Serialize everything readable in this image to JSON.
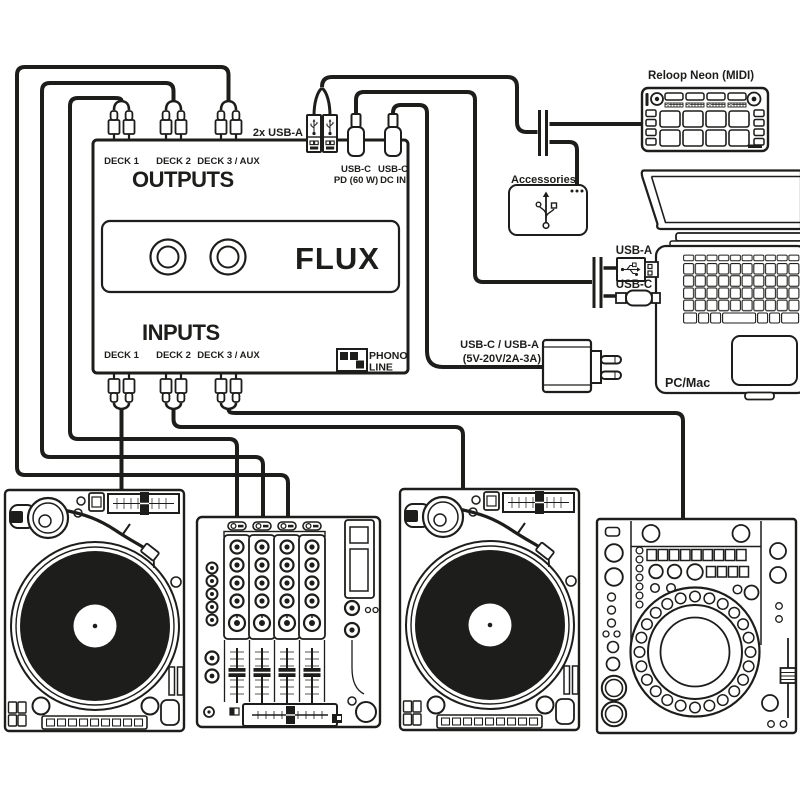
{
  "flux_unit": {
    "logo": "FLUX",
    "outputs": {
      "title": "OUTPUTS",
      "decks": [
        "DECK 1",
        "DECK 2",
        "DECK 3 / AUX"
      ]
    },
    "inputs": {
      "title": "INPUTS",
      "decks": [
        "DECK 1",
        "DECK 2",
        "DECK 3 / AUX"
      ]
    },
    "ports": {
      "usb_a": "2x USB-A",
      "usb_c_pd": [
        "USB-C",
        "PD (60 W)"
      ],
      "usb_c_dc": [
        "USB-C",
        "DC IN"
      ]
    },
    "switch": {
      "phono": "PHONO",
      "line": "LINE"
    }
  },
  "peripherals": {
    "midi_controller": "Reloop Neon (MIDI)",
    "accessories": "Accessories",
    "computer": "PC/Mac",
    "laptop_ports": {
      "usb_a": "USB-A",
      "usb_c": "USB-C"
    },
    "power_adapter": [
      "USB-C / USB-A",
      "(5V-20V/2A-3A)"
    ]
  },
  "colors": {
    "ink": "#1d1d1b",
    "background": "#ffffff"
  }
}
